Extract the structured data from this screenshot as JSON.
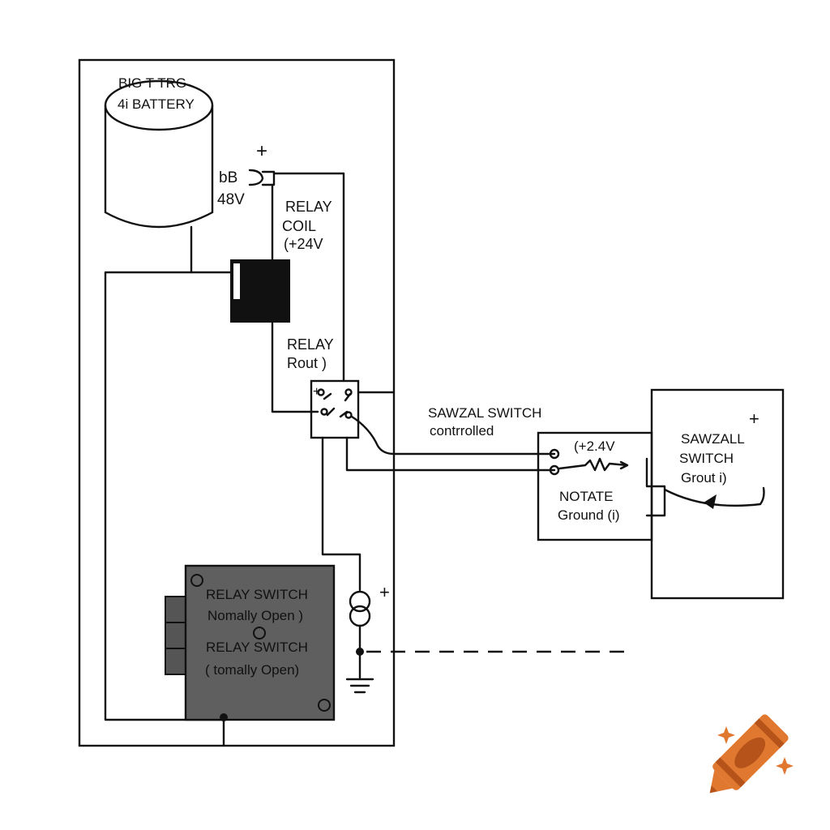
{
  "battery": {
    "name_line1": "BIG T TRG",
    "name_line2": "4i BATTERY",
    "terminal_label": "bB",
    "voltage": "48V",
    "plus_sign": "+"
  },
  "relay_coil": {
    "line1": "RELAY",
    "line2": "COIL",
    "line3": "(+24V"
  },
  "relay_rout": {
    "line1": "RELAY",
    "line2": "Rout )"
  },
  "relay_contact_plus": "+",
  "sawzall_controlled": {
    "line1": "SAWZAL  SWITCH",
    "line2": "contrrolled"
  },
  "notate_box": {
    "voltage": "(+2.4V",
    "line1": "NOTATE",
    "line2": "Ground  (i)"
  },
  "sawzall_switch": {
    "line1": "SAWZALL",
    "line2": "SWITCH",
    "line3": "Grout  i)",
    "plus_sign": "+"
  },
  "relay_module": {
    "line1": "RELAY SWITCH",
    "line2": "Nomally Open )",
    "line3": "RELAY SWITCH",
    "line4": "( tomally Open)"
  },
  "fuse_plus": "+",
  "colors": {
    "ink": "#111111",
    "module_fill": "#5f5f5f",
    "module_tab": "#555555",
    "crayon_orange": "#e0782f",
    "crayon_dark": "#b5531a"
  },
  "icons": {
    "battery": "battery-cylinder-icon",
    "fuse": "fuse-coil-icon",
    "ground": "ground-symbol-icon",
    "crayon": "crayon-logo-icon"
  }
}
